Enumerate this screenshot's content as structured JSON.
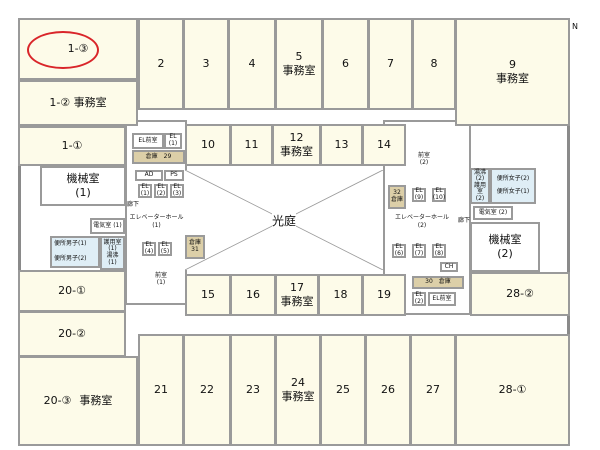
{
  "north": "N",
  "rooms": {
    "r1_3": "1-③",
    "r1_2": "1-② 事務室",
    "r1_1": "1-①",
    "r2": "2",
    "r3": "3",
    "r4": "4",
    "r5": "5",
    "r6": "6",
    "r7": "7",
    "r8": "8",
    "r9": "9",
    "r10": "10",
    "r11": "11",
    "r12": "12",
    "r13": "13",
    "r14": "14",
    "r15": "15",
    "r16": "16",
    "r17": "17",
    "r18": "18",
    "r19": "19",
    "r20_1": "20-①",
    "r20_2": "20-②",
    "r20_3": "20-③",
    "r21": "21",
    "r22": "22",
    "r23": "23",
    "r24": "24",
    "r25": "25",
    "r26": "26",
    "r27": "27",
    "r28_1": "28-①",
    "r28_2": "28-②"
  },
  "office": "事務室",
  "courtyard": "光庭",
  "left_core": {
    "el_lobby": "EL前室",
    "el1": "EL (1)",
    "store29": "倉庫　29",
    "ad": "AD",
    "ps": "PS",
    "el_row1": [
      "EL (1)",
      "EL (2)",
      "EL (3)"
    ],
    "hall": "エレベーターホール",
    "hall_no": "(1)",
    "el_row2": [
      "EL (4)",
      "EL (5)"
    ],
    "store31": "倉庫 31",
    "front": "前室",
    "front_no": "(1)",
    "corridor": "廊下"
  },
  "right_core": {
    "front": "前室",
    "front_no": "(2)",
    "store32": "32 倉庫",
    "el_row1": [
      "EL (9)",
      "EL (10)"
    ],
    "hall": "エレベーターホール",
    "hall_no": "(2)",
    "el_row2": [
      "EL (6)",
      "EL (7)",
      "EL (8)"
    ],
    "ch": "CH",
    "store30": "30　倉庫",
    "el2": "EL (2)",
    "el_lobby": "EL前室",
    "corridor": "廊下"
  },
  "left_service": {
    "machine": "機械室",
    "machine_no": "(1)",
    "elec": "電気室 (1)",
    "care": "護用室 (1)",
    "kitchen": "湯沸 (1)",
    "toilet_m1": "便所男子(1)",
    "toilet_m2": "便所男子(2)"
  },
  "right_service": {
    "machine": "機械室",
    "machine_no": "(2)",
    "elec": "電気室 (2)",
    "care": "護用室 (2)",
    "kitchen": "湯沸 (2)",
    "toilet_f2": "便所女子(2)",
    "toilet_f1": "便所女子(1)"
  }
}
